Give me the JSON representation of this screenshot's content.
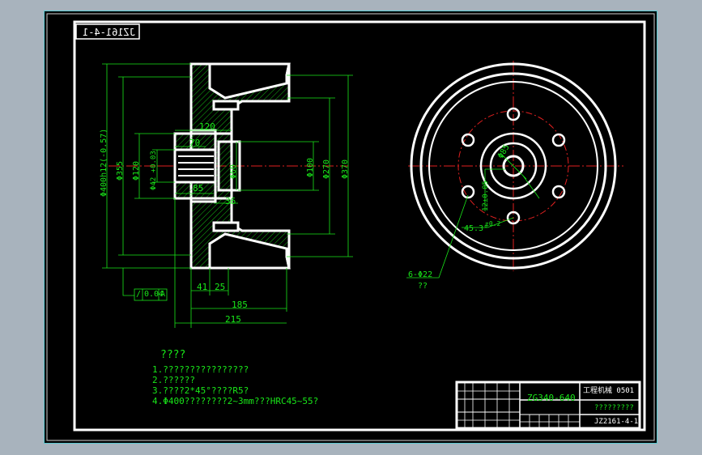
{
  "drawing": {
    "title_block_mirror": "JZ161-4-1",
    "colors": {
      "background": "#000000",
      "frame": "#ffffff",
      "dimension": "#19e619",
      "centerline": "#e02020",
      "viewport_border": "#5ac8d0"
    },
    "section_dims": {
      "d400": "Φ400h12(-0.57)",
      "d355": "Φ355",
      "d120": "Φ120",
      "d42": "Φ42 +0.03",
      "d60": "Φ60",
      "d100": "Φ100",
      "d270": "Φ270",
      "d370": "Φ370",
      "dim120": "120",
      "dim70": "70",
      "dim85": "85",
      "dim36": "36",
      "dim41": "41",
      "dim25": "25",
      "dim185": "185",
      "dim215": "215",
      "tolerance_runout": "0.04",
      "datum_letter": "A"
    },
    "face_dims": {
      "d_small": "Φ85",
      "keyway": "12±0.05",
      "angle": "45.3°",
      "angle_tol": "±0.2",
      "holes": "6-Φ22",
      "holes_note": "??"
    },
    "notes": {
      "heading": "????",
      "line1": "1.????????????????",
      "line2": "2.??????",
      "line3": "3.????2*45°????R5?",
      "line4": "4.Φ400????????2~3mm???HRC45~55?"
    },
    "title_block": {
      "material": "ZG340-640",
      "school": "工程机械 0501",
      "name": "?????????",
      "code": "JZ2161-4-1"
    }
  }
}
